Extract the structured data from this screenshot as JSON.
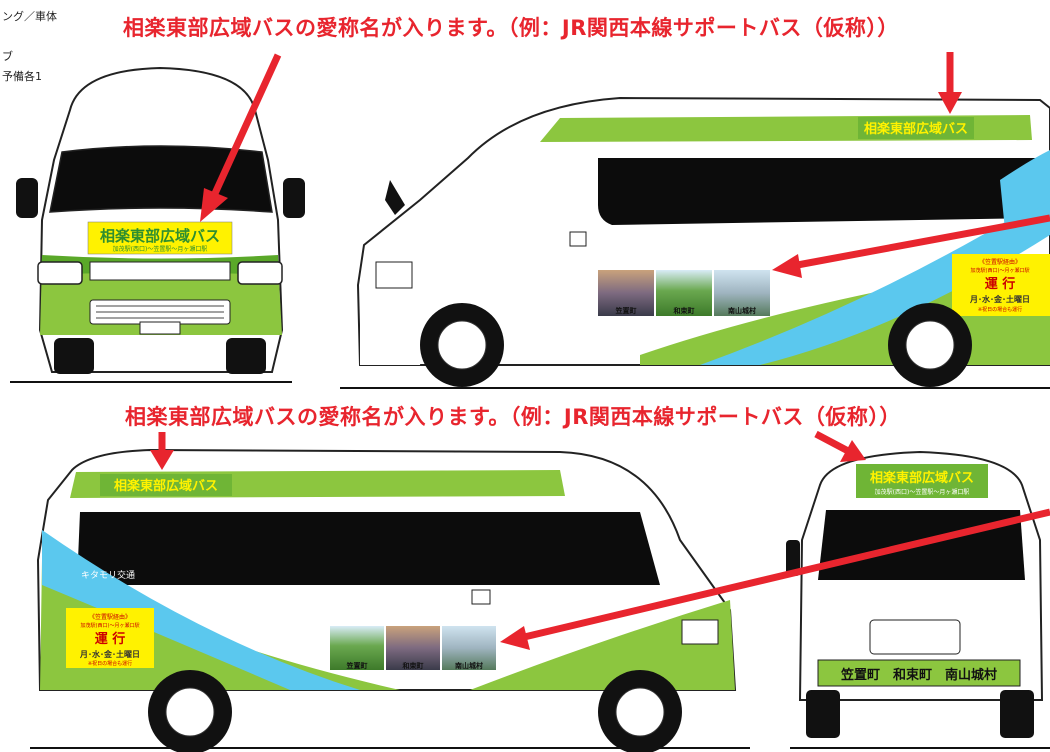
{
  "notes": {
    "line1": "ング／車体",
    "line2": "ブ",
    "line3": "予備各1"
  },
  "headlines": {
    "top": "相楽東部広域バスの愛称名が入ります。（例：JR関西本線サポートバス（仮称））",
    "middle": "相楽東部広域バスの愛称名が入ります。（例：JR関西本線サポートバス（仮称））"
  },
  "front_sign": {
    "title": "相楽東部広域バス",
    "sub": "加茂駅(西口)～笠置駅～月ヶ瀬口駅"
  },
  "side_roof_sign": "相楽東部広域バス",
  "service_panel": {
    "top": "《笠置駅経由》",
    "route": "加茂駅(西口)～月ヶ瀬口駅",
    "operate": "運 行",
    "days": "月･水･金･土曜日",
    "note": "※祝日の場合も運行"
  },
  "photo_labels": [
    "笠置町",
    "和束町",
    "南山城村"
  ],
  "operator_text": "キタモリ交通",
  "rear_sign": {
    "title": "相楽東部広域バス",
    "sub": "加茂駅(西口)～笠置駅～月ヶ瀬口駅"
  },
  "rear_plate": "笠置町　和束町　南山城村",
  "colors": {
    "green": "#8cc63f",
    "dark_green": "#5aa829",
    "blue": "#5bc8ee",
    "red": "#e8252e",
    "yellow": "#fff200",
    "sign_green": "#6fb536"
  }
}
